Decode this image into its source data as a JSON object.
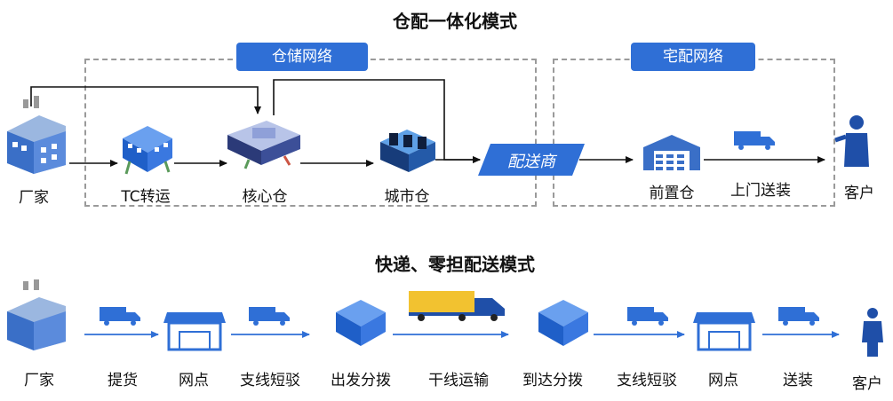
{
  "top": {
    "title": "仓配一体化模式",
    "warehouse_network": "仓储网络",
    "delivery_network": "宅配网络",
    "nodes": {
      "factory": "厂家",
      "tc": "TC转运",
      "core": "核心仓",
      "city": "城市仓",
      "distributor": "配送商",
      "front": "前置仓",
      "door": "上门送装",
      "customer": "客户"
    }
  },
  "bottom": {
    "title": "快递、零担配送模式",
    "steps": [
      "厂家",
      "提货",
      "网点",
      "支线短驳",
      "出发分拨",
      "干线运输",
      "到达分拨",
      "支线短驳",
      "网点",
      "送装",
      "客户"
    ]
  },
  "colors": {
    "accent": "#2f6fd6",
    "dash": "#9a9a9a",
    "arrow": "#111111"
  }
}
